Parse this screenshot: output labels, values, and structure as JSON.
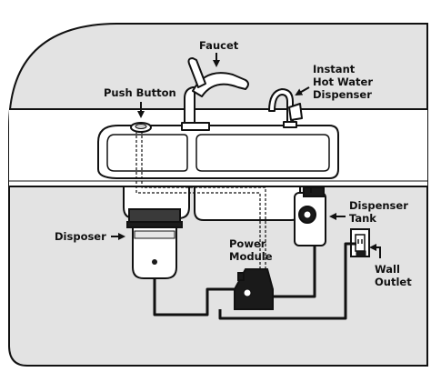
{
  "labels": {
    "faucet": "Faucet",
    "instant_hot_water_dispenser": [
      "Instant",
      "Hot Water",
      "Dispenser"
    ],
    "push_button": "Push Button",
    "disposer": "Disposer",
    "dispenser_tank": [
      "Dispenser",
      "Tank"
    ],
    "power_module": [
      "Power",
      "Module"
    ],
    "wall_outlet": [
      "Wall",
      "Outlet"
    ]
  },
  "colors": {
    "background_cabinet": "#e3e3e3",
    "countertop": "#ffffff",
    "outline": "#111111",
    "device_body": "#1a1a1a"
  },
  "icons": {
    "arrow": "arrow-icon",
    "outlet": "wall-outlet-icon",
    "disposer": "disposer-icon",
    "tank": "dispenser-tank-icon",
    "module": "power-module-icon"
  }
}
